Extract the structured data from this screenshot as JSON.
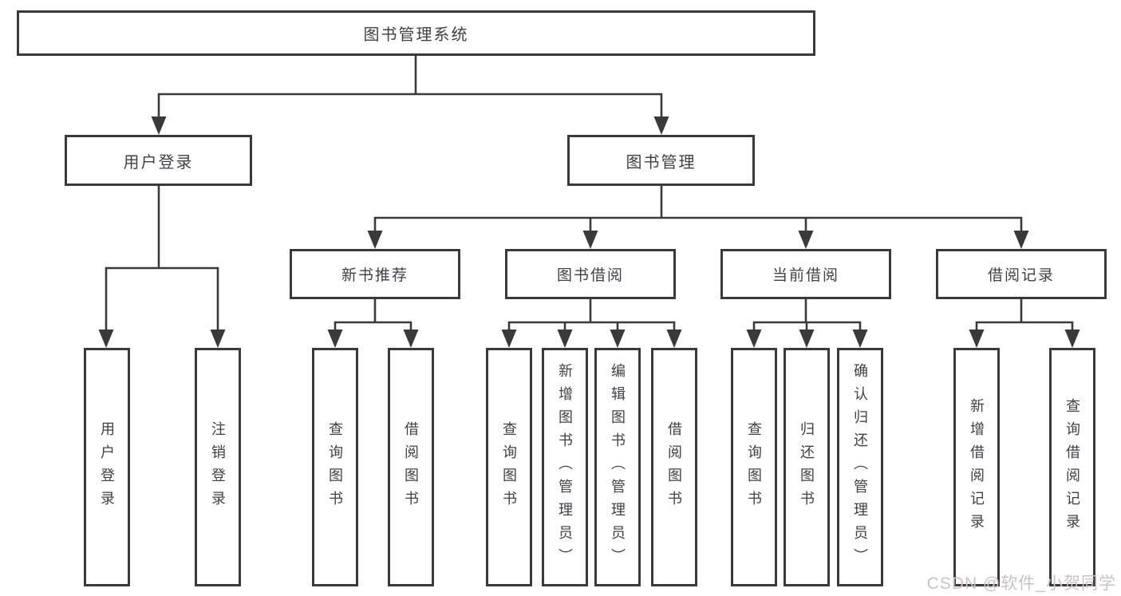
{
  "diagram": {
    "root": "图书管理系统",
    "level2": {
      "user_login": "用户登录",
      "book_management": "图书管理"
    },
    "level3": {
      "new_book_recommend": "新书推荐",
      "book_borrowing": "图书借阅",
      "current_borrowing": "当前借阅",
      "borrowing_records": "借阅记录"
    },
    "leaves": {
      "user_login": "用户登录",
      "logout": "注销登录",
      "nb_query_books": "查询图书",
      "nb_borrow_books": "借阅图书",
      "bb_query_books": "查询图书",
      "bb_add_books_admin": "新增图书（管理员）",
      "bb_edit_books_admin": "编辑图书（管理员）",
      "bb_borrow_books": "借阅图书",
      "cb_query_books": "查询图书",
      "cb_return_books": "归还图书",
      "cb_confirm_return_admin": "确认归还（管理员）",
      "br_add_record": "新增借阅记录",
      "br_query_record": "查询借阅记录"
    }
  },
  "watermark": "CSDN @软件_小贺同学",
  "colors": {
    "line": "#3a3a3a",
    "text": "#3f4144",
    "watermark": "#c9c4c4",
    "background": "#ffffff"
  }
}
